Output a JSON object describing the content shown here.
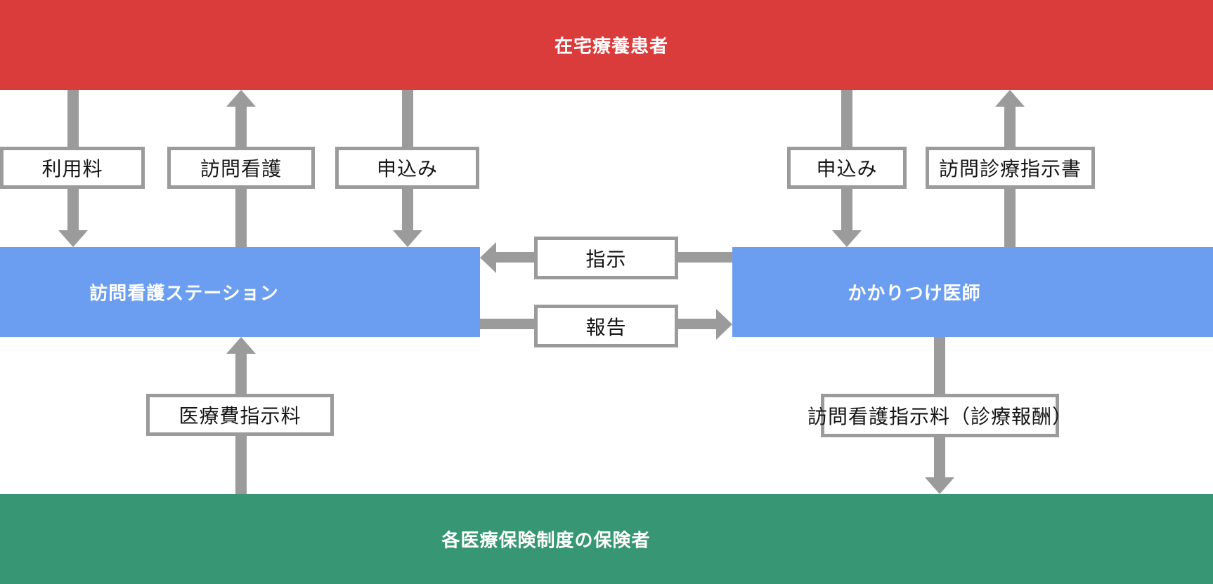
{
  "diagram": {
    "nodes": {
      "patient": {
        "label": "在宅療養患者",
        "color": "#DA3B3B"
      },
      "nursing_station": {
        "label": "訪問看護ステーション",
        "color": "#6B9EF1"
      },
      "doctor": {
        "label": "かかりつけ医師",
        "color": "#6B9EF1"
      },
      "insurer": {
        "label": "各医療保険制度の保険者",
        "color": "#379673"
      }
    },
    "labels": {
      "usage_fee": "利用料",
      "visiting_nursing": "訪問看護",
      "application_left": "申込み",
      "application_right": "申込み",
      "visit_care_instruction_doc": "訪問診療指示書",
      "instruction": "指示",
      "report": "報告",
      "medical_fee_instruction_fee": "医療費指示料",
      "visiting_nursing_instruction_fee": "訪問看護指示料（診療報酬）"
    },
    "colors": {
      "arrow": "#9B9B9B",
      "box_border": "#9B9B9B",
      "box_bg": "#FFFFFF",
      "bar_text": "#FFFFFF",
      "box_text": "#151515"
    }
  }
}
